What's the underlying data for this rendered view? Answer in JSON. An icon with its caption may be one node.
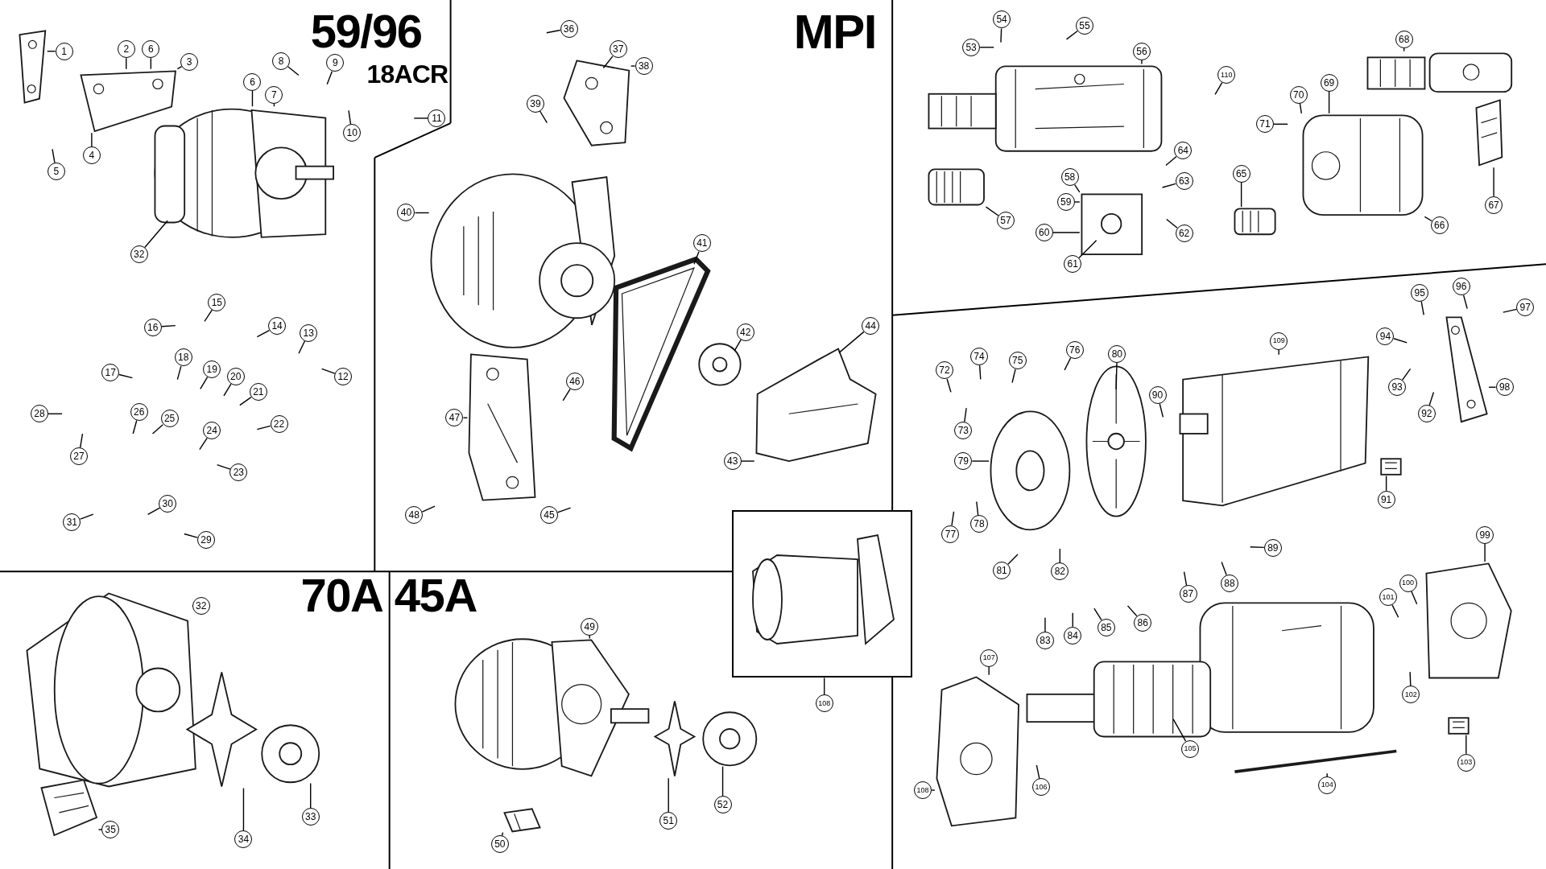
{
  "diagram": {
    "nodes": [
      {
        "text": [
          "1"
        ]
      },
      {
        "text": [
          "2"
        ]
      },
      {
        "text": [
          "6"
        ]
      },
      {
        "text": [
          "3"
        ]
      },
      {
        "text": [
          "5"
        ]
      },
      {
        "text": [
          "4"
        ]
      },
      {
        "text": [
          "6"
        ]
      },
      {
        "text": [
          "7"
        ]
      },
      {
        "text": [
          "8"
        ]
      },
      {
        "text": [
          "9"
        ]
      },
      {
        "text": [
          "10"
        ]
      },
      {
        "text": [
          "11"
        ]
      },
      {
        "text": [
          "32"
        ]
      },
      {
        "text": [
          "15"
        ]
      },
      {
        "text": [
          "16"
        ]
      },
      {
        "text": [
          "14"
        ]
      },
      {
        "text": [
          "13"
        ]
      },
      {
        "text": [
          "12"
        ]
      },
      {
        "text": [
          "17"
        ]
      },
      {
        "text": [
          "18"
        ]
      },
      {
        "text": [
          "19"
        ]
      },
      {
        "text": [
          "20"
        ]
      },
      {
        "text": [
          "21"
        ]
      },
      {
        "text": [
          "22"
        ]
      },
      {
        "text": [
          "28"
        ]
      },
      {
        "text": [
          "27"
        ]
      },
      {
        "text": [
          "26"
        ]
      },
      {
        "text": [
          "25"
        ]
      },
      {
        "text": [
          "24"
        ]
      },
      {
        "text": [
          "23"
        ]
      },
      {
        "text": [
          "30"
        ]
      },
      {
        "text": [
          "31"
        ]
      },
      {
        "text": [
          "29"
        ]
      },
      {
        "text": [
          "36"
        ]
      },
      {
        "text": [
          "37"
        ]
      },
      {
        "text": [
          "38"
        ]
      },
      {
        "text": [
          "39"
        ]
      },
      {
        "text": [
          "40"
        ]
      },
      {
        "text": [
          "41"
        ]
      },
      {
        "text": [
          "42"
        ]
      },
      {
        "text": [
          "44"
        ]
      },
      {
        "text": [
          "46"
        ]
      },
      {
        "text": [
          "47"
        ]
      },
      {
        "text": [
          "43"
        ]
      },
      {
        "text": [
          "48"
        ]
      },
      {
        "text": [
          "45"
        ]
      },
      {
        "text": [
          "54"
        ]
      },
      {
        "text": [
          "55"
        ]
      },
      {
        "text": [
          "53"
        ]
      },
      {
        "text": [
          "56"
        ]
      },
      {
        "text": [
          "110"
        ]
      },
      {
        "text": [
          "68"
        ]
      },
      {
        "text": [
          "69"
        ]
      },
      {
        "text": [
          "70"
        ]
      },
      {
        "text": [
          "71"
        ]
      },
      {
        "text": [
          "64"
        ]
      },
      {
        "text": [
          "58"
        ]
      },
      {
        "text": [
          "63"
        ]
      },
      {
        "text": [
          "59"
        ]
      },
      {
        "text": [
          "65"
        ]
      },
      {
        "text": [
          "60"
        ]
      },
      {
        "text": [
          "62"
        ]
      },
      {
        "text": [
          "57"
        ]
      },
      {
        "text": [
          "61"
        ]
      },
      {
        "text": [
          "66"
        ]
      },
      {
        "text": [
          "67"
        ]
      },
      {
        "text": [
          "72"
        ]
      },
      {
        "text": [
          "74"
        ]
      },
      {
        "text": [
          "75"
        ]
      },
      {
        "text": [
          "76"
        ]
      },
      {
        "text": [
          "80"
        ]
      },
      {
        "text": [
          "73"
        ]
      },
      {
        "text": [
          "109"
        ]
      },
      {
        "text": [
          "94"
        ]
      },
      {
        "text": [
          "95"
        ]
      },
      {
        "text": [
          "96"
        ]
      },
      {
        "text": [
          "97"
        ]
      },
      {
        "text": [
          "90"
        ]
      },
      {
        "text": [
          "93"
        ]
      },
      {
        "text": [
          "92"
        ]
      },
      {
        "text": [
          "98"
        ]
      },
      {
        "text": [
          "79"
        ]
      },
      {
        "text": [
          "91"
        ]
      },
      {
        "text": [
          "77"
        ]
      },
      {
        "text": [
          "78"
        ]
      },
      {
        "text": [
          "99"
        ]
      },
      {
        "text": [
          "81"
        ]
      },
      {
        "text": [
          "82"
        ]
      },
      {
        "text": [
          "89"
        ]
      },
      {
        "text": [
          "87"
        ]
      },
      {
        "text": [
          "88"
        ]
      },
      {
        "text": [
          "100"
        ]
      },
      {
        "text": [
          "101"
        ]
      },
      {
        "text": [
          "83"
        ]
      },
      {
        "text": [
          "84"
        ]
      },
      {
        "text": [
          "85"
        ]
      },
      {
        "text": [
          "86"
        ]
      },
      {
        "text": [
          "107"
        ]
      },
      {
        "text": [
          "102"
        ]
      },
      {
        "text": [
          "103"
        ]
      },
      {
        "text": [
          "104"
        ]
      },
      {
        "text": [
          "105"
        ]
      },
      {
        "text": [
          "106"
        ]
      },
      {
        "text": [
          "108"
        ]
      },
      {
        "text": [
          "108"
        ]
      },
      {
        "text": [
          "32"
        ]
      },
      {
        "text": [
          "34"
        ]
      },
      {
        "text": [
          "33"
        ]
      },
      {
        "text": [
          "35"
        ]
      },
      {
        "text": [
          "49"
        ]
      },
      {
        "text": [
          "50"
        ]
      },
      {
        "text": [
          "51"
        ]
      },
      {
        "text": [
          "52"
        ]
      },
      {
        "text": [],
        "shape": "picture"
      },
      {
        "text": [],
        "shape": "picture"
      },
      {
        "text": [],
        "shape": "picture"
      },
      {
        "text": [],
        "shape": "picture"
      },
      {
        "text": [],
        "shape": "picture"
      },
      {
        "text": [],
        "shape": "picture"
      },
      {
        "text": [],
        "shape": "picture"
      },
      {
        "text": [],
        "shape": "picture"
      },
      {
        "text": [],
        "shape": "picture"
      },
      {
        "text": [],
        "shape": "picture"
      },
      {
        "text": [],
        "shape": "picture"
      },
      {
        "text": [],
        "shape": "picture"
      },
      {
        "text": [],
        "shape": "picture"
      },
      {
        "text": [],
        "shape": "picture"
      },
      {
        "text": [],
        "shape": "picture"
      },
      {
        "text": [],
        "shape": "picture"
      },
      {
        "text": [],
        "shape": "picture"
      },
      {
        "text": [],
        "shape": "picture"
      },
      {
        "text": [],
        "shape": "picture"
      },
      {
        "text": [],
        "shape": "picture"
      },
      {
        "text": [],
        "shape": "picture"
      },
      {
        "text": [],
        "shape": "picture"
      },
      {
        "text": [],
        "shape": "picture"
      },
      {
        "text": [],
        "shape": "picture"
      },
      {
        "text": [],
        "shape": "picture"
      },
      {
        "text": [],
        "shape": "picture"
      },
      {
        "text": [],
        "shape": "picture"
      },
      {
        "text": [],
        "shape": "picture"
      },
      {
        "text": [],
        "shape": "picture"
      },
      {
        "text": [],
        "shape": "picture"
      },
      {
        "text": [],
        "shape": "picture"
      },
      {
        "text": [],
        "shape": "picture"
      },
      {
        "text": [],
        "shape": "picture"
      },
      {
        "text": [],
        "shape": "picture"
      },
      {
        "text": [],
        "shape": "picture"
      },
      {
        "text": [],
        "shape": "picture"
      }
    ],
    "edges": [
      {
        "from": 0,
        "to": 114,
        "arrow": "none"
      },
      {
        "from": 1,
        "to": 115,
        "arrow": "none"
      },
      {
        "from": 2,
        "to": 115,
        "arrow": "none"
      },
      {
        "from": 3,
        "to": 115,
        "arrow": "none"
      },
      {
        "from": 4,
        "to": null,
        "arrow": "none"
      },
      {
        "from": 5,
        "to": 115,
        "arrow": "none"
      },
      {
        "from": 6,
        "to": 116,
        "arrow": "none"
      },
      {
        "from": 7,
        "to": 116,
        "arrow": "none"
      },
      {
        "from": 8,
        "to": null,
        "arrow": "none"
      },
      {
        "from": 9,
        "to": null,
        "arrow": "none"
      },
      {
        "from": 10,
        "to": null,
        "arrow": "none"
      },
      {
        "from": 11,
        "to": null,
        "arrow": "none"
      },
      {
        "from": 12,
        "to": 116,
        "arrow": "none"
      },
      {
        "from": 13,
        "to": null,
        "arrow": "none"
      },
      {
        "from": 14,
        "to": null,
        "arrow": "none"
      },
      {
        "from": 15,
        "to": null,
        "arrow": "none"
      },
      {
        "from": 16,
        "to": null,
        "arrow": "none"
      },
      {
        "from": 17,
        "to": null,
        "arrow": "none"
      },
      {
        "from": 18,
        "to": null,
        "arrow": "none"
      },
      {
        "from": 19,
        "to": null,
        "arrow": "none"
      },
      {
        "from": 20,
        "to": null,
        "arrow": "none"
      },
      {
        "from": 21,
        "to": null,
        "arrow": "none"
      },
      {
        "from": 22,
        "to": null,
        "arrow": "none"
      },
      {
        "from": 23,
        "to": null,
        "arrow": "none"
      },
      {
        "from": 24,
        "to": null,
        "arrow": "none"
      },
      {
        "from": 25,
        "to": null,
        "arrow": "none"
      },
      {
        "from": 26,
        "to": null,
        "arrow": "none"
      },
      {
        "from": 27,
        "to": null,
        "arrow": "none"
      },
      {
        "from": 28,
        "to": null,
        "arrow": "none"
      },
      {
        "from": 29,
        "to": null,
        "arrow": "none"
      },
      {
        "from": 30,
        "to": null,
        "arrow": "none"
      },
      {
        "from": 31,
        "to": null,
        "arrow": "none"
      },
      {
        "from": 32,
        "to": null,
        "arrow": "none"
      },
      {
        "from": 33,
        "to": null,
        "arrow": "none"
      },
      {
        "from": 34,
        "to": 122,
        "arrow": "none"
      },
      {
        "from": 35,
        "to": 122,
        "arrow": "none"
      },
      {
        "from": 36,
        "to": null,
        "arrow": "none"
      },
      {
        "from": 37,
        "to": 117,
        "arrow": "none"
      },
      {
        "from": 38,
        "to": 118,
        "arrow": "none"
      },
      {
        "from": 39,
        "to": 119,
        "arrow": "none"
      },
      {
        "from": 40,
        "to": 120,
        "arrow": "none"
      },
      {
        "from": 41,
        "to": null,
        "arrow": "none"
      },
      {
        "from": 42,
        "to": 121,
        "arrow": "none"
      },
      {
        "from": 43,
        "to": 120,
        "arrow": "none"
      },
      {
        "from": 44,
        "to": null,
        "arrow": "none"
      },
      {
        "from": 45,
        "to": null,
        "arrow": "none"
      },
      {
        "from": 46,
        "to": null,
        "arrow": "none"
      },
      {
        "from": 47,
        "to": null,
        "arrow": "none"
      },
      {
        "from": 48,
        "to": null,
        "arrow": "none"
      },
      {
        "from": 49,
        "to": 123,
        "arrow": "none"
      },
      {
        "from": 50,
        "to": null,
        "arrow": "none"
      },
      {
        "from": 51,
        "to": 126,
        "arrow": "none"
      },
      {
        "from": 52,
        "to": 127,
        "arrow": "none"
      },
      {
        "from": 53,
        "to": 127,
        "arrow": "none"
      },
      {
        "from": 54,
        "to": null,
        "arrow": "none"
      },
      {
        "from": 55,
        "to": null,
        "arrow": "none"
      },
      {
        "from": 56,
        "to": 125,
        "arrow": "none"
      },
      {
        "from": 57,
        "to": null,
        "arrow": "none"
      },
      {
        "from": 58,
        "to": 125,
        "arrow": "none"
      },
      {
        "from": 59,
        "to": 128,
        "arrow": "none"
      },
      {
        "from": 60,
        "to": 125,
        "arrow": "none"
      },
      {
        "from": 61,
        "to": null,
        "arrow": "none"
      },
      {
        "from": 62,
        "to": 124,
        "arrow": "none"
      },
      {
        "from": 63,
        "to": 125,
        "arrow": "none"
      },
      {
        "from": 64,
        "to": 127,
        "arrow": "none"
      },
      {
        "from": 65,
        "to": 129,
        "arrow": "none"
      },
      {
        "from": 66,
        "to": null,
        "arrow": "none"
      },
      {
        "from": 67,
        "to": null,
        "arrow": "none"
      },
      {
        "from": 68,
        "to": null,
        "arrow": "none"
      },
      {
        "from": 69,
        "to": null,
        "arrow": "none"
      },
      {
        "from": 70,
        "to": 134,
        "arrow": "none"
      },
      {
        "from": 71,
        "to": null,
        "arrow": "none"
      },
      {
        "from": 72,
        "to": 130,
        "arrow": "none"
      },
      {
        "from": 73,
        "to": null,
        "arrow": "none"
      },
      {
        "from": 74,
        "to": null,
        "arrow": "none"
      },
      {
        "from": 75,
        "to": null,
        "arrow": "none"
      },
      {
        "from": 76,
        "to": null,
        "arrow": "none"
      },
      {
        "from": 77,
        "to": null,
        "arrow": "none"
      },
      {
        "from": 78,
        "to": null,
        "arrow": "none"
      },
      {
        "from": 79,
        "to": null,
        "arrow": "none"
      },
      {
        "from": 80,
        "to": 132,
        "arrow": "none"
      },
      {
        "from": 81,
        "to": 133,
        "arrow": "none"
      },
      {
        "from": 82,
        "to": 131,
        "arrow": "none"
      },
      {
        "from": 83,
        "to": null,
        "arrow": "none"
      },
      {
        "from": 84,
        "to": null,
        "arrow": "none"
      },
      {
        "from": 85,
        "to": 137,
        "arrow": "none"
      },
      {
        "from": 86,
        "to": null,
        "arrow": "none"
      },
      {
        "from": 87,
        "to": null,
        "arrow": "none"
      },
      {
        "from": 88,
        "to": null,
        "arrow": "none"
      },
      {
        "from": 89,
        "to": null,
        "arrow": "none"
      },
      {
        "from": 90,
        "to": null,
        "arrow": "none"
      },
      {
        "from": 91,
        "to": null,
        "arrow": "none"
      },
      {
        "from": 92,
        "to": null,
        "arrow": "none"
      },
      {
        "from": 93,
        "to": null,
        "arrow": "none"
      },
      {
        "from": 94,
        "to": null,
        "arrow": "none"
      },
      {
        "from": 95,
        "to": null,
        "arrow": "none"
      },
      {
        "from": 96,
        "to": null,
        "arrow": "none"
      },
      {
        "from": 97,
        "to": 138,
        "arrow": "none"
      },
      {
        "from": 98,
        "to": null,
        "arrow": "none"
      },
      {
        "from": 99,
        "to": 140,
        "arrow": "none"
      },
      {
        "from": 100,
        "to": 139,
        "arrow": "none"
      },
      {
        "from": 101,
        "to": 136,
        "arrow": "none"
      },
      {
        "from": 102,
        "to": null,
        "arrow": "none"
      },
      {
        "from": 103,
        "to": 138,
        "arrow": "none"
      },
      {
        "from": 104,
        "to": 113,
        "arrow": "none"
      },
      {
        "from": 105,
        "to": 141,
        "arrow": "none"
      },
      {
        "from": 106,
        "to": 143,
        "arrow": "none"
      },
      {
        "from": 107,
        "to": 144,
        "arrow": "none"
      },
      {
        "from": 108,
        "to": 142,
        "arrow": "none"
      },
      {
        "from": 109,
        "to": 145,
        "arrow": "none"
      },
      {
        "from": 110,
        "to": 148,
        "arrow": "none"
      },
      {
        "from": 111,
        "to": 146,
        "arrow": "none"
      },
      {
        "from": 112,
        "to": 147,
        "arrow": "none"
      }
    ],
    "labels": [
      "59/96",
      "18ACR",
      "MPI",
      "70A",
      "45A"
    ]
  }
}
